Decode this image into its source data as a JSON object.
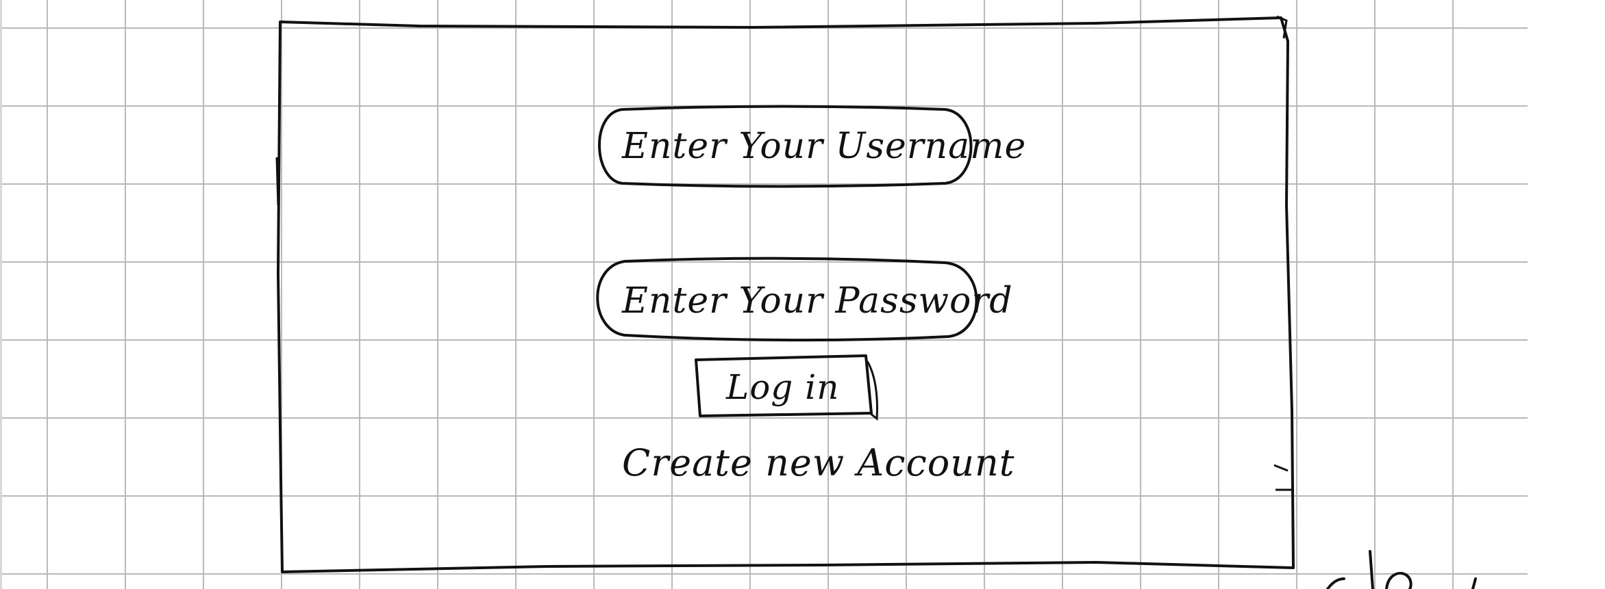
{
  "login_form": {
    "username_placeholder": "Enter Your Username",
    "password_placeholder": "Enter Your Password",
    "login_label": "Log in",
    "create_account_label": "Create new Account"
  },
  "colors": {
    "ink": "#111111",
    "grid": "#b9b9b9",
    "paper": "#ffffff"
  }
}
